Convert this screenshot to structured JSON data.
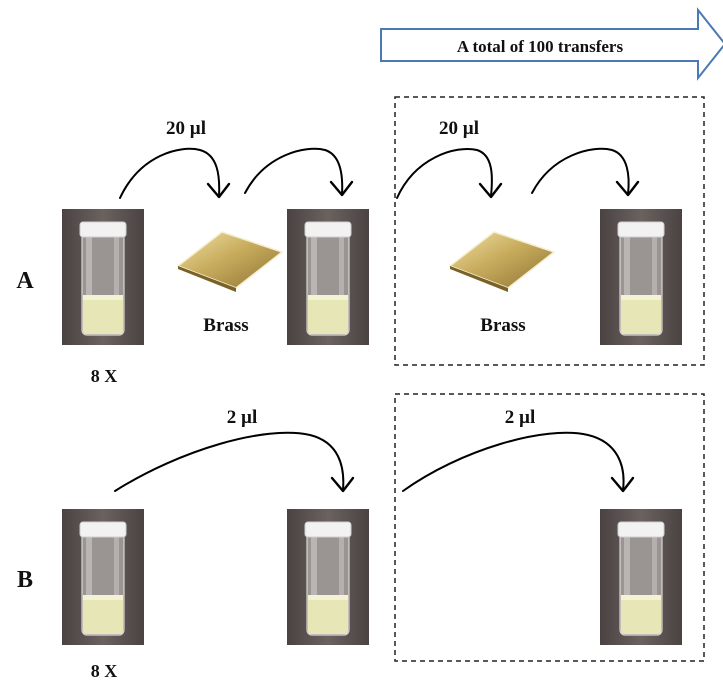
{
  "banner": {
    "text": "A total of 100 transfers",
    "color": "#4a7ab5"
  },
  "rows": [
    {
      "label": "A",
      "volume_1": "20 µl",
      "volume_2": "20 µl",
      "substrate_1": "Brass",
      "substrate_2": "Brass",
      "magnification": "8 X"
    },
    {
      "label": "B",
      "volume_1": "2 µl",
      "volume_2": "2 µl",
      "magnification": "8 X"
    }
  ],
  "colors": {
    "brass": "#c9ad5e",
    "vial_background": "#5b5250",
    "vial_cap": "#f2f2f2",
    "liquid": "#e7e6b7"
  }
}
